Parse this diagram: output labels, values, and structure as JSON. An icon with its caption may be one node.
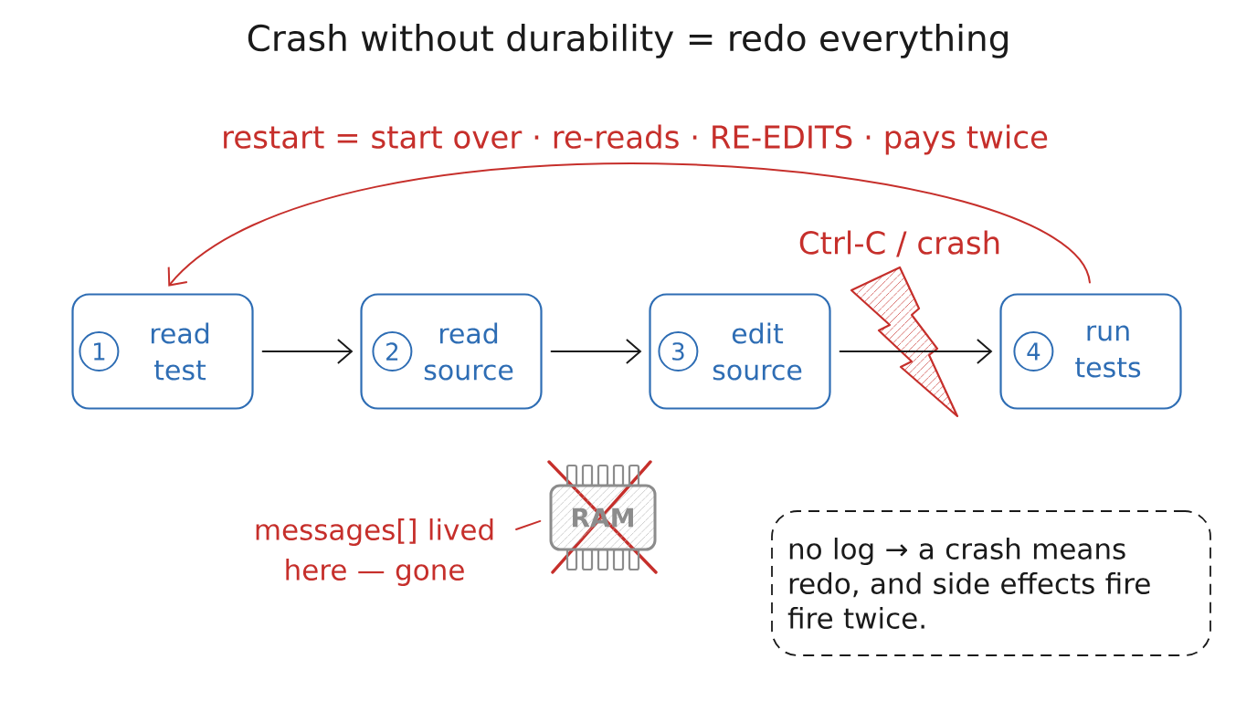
{
  "diagram": {
    "title": "Crash without durability = redo everything",
    "nodes": [
      {
        "text": [
          "read test"
        ]
      },
      {
        "text": [
          "1"
        ],
        "in": 0
      },
      {
        "text": [
          "read source"
        ]
      },
      {
        "text": [
          "2"
        ],
        "in": 2
      },
      {
        "text": [
          "edit source"
        ]
      },
      {
        "text": [
          "3"
        ],
        "in": 4
      },
      {
        "text": [
          "run tests"
        ]
      },
      {
        "text": [
          "4"
        ],
        "in": 6
      },
      {
        "text": [
          "messages[] lived here — gone"
        ]
      },
      {
        "text": [
          "RAM"
        ]
      },
      {
        "text": [
          "no log → a crash means redo, and side effects fire fire twice."
        ]
      }
    ],
    "edges": [
      {
        "from": 0,
        "to": 2,
        "arrow": "to"
      },
      {
        "from": 2,
        "to": 4,
        "arrow": "to"
      },
      {
        "from": 4,
        "to": 6,
        "arrow": "to"
      },
      {
        "from": 6,
        "to": 0,
        "arrow": "to",
        "label": "restart = start over · re-reads · RE-EDITS · pays twice",
        "color": "#c62f2b"
      },
      {
        "from": 8,
        "to": 9,
        "arrow": "none",
        "color": "#c62f2b"
      }
    ],
    "labels": [
      "Ctrl-C / crash"
    ]
  }
}
